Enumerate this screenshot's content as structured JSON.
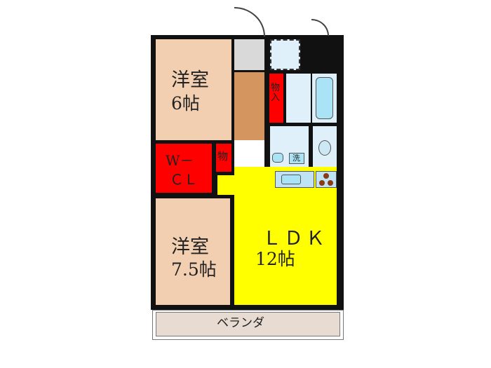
{
  "rooms": {
    "western_6": {
      "name": "洋室",
      "size": "6帖"
    },
    "western_75": {
      "name": "洋室",
      "size": "7.5帖"
    },
    "wcl": {
      "line1": "W－",
      "line2": "ＣＬ"
    },
    "storage_small": {
      "label": "物"
    },
    "storage_hall": {
      "label": "物入"
    },
    "ldk": {
      "name": "ＬＤＫ",
      "size": "12帖"
    },
    "washer": {
      "label": "洗"
    },
    "balcony": {
      "label": "ベランダ"
    }
  },
  "colors": {
    "western": "#f2cfb0",
    "closet": "#ff0000",
    "ldk": "#ffff00",
    "hallway": "#d4955e",
    "wet_area": "#dff0fa",
    "balcony": "#e8dcd2",
    "entrance": "#d9d9d9"
  }
}
